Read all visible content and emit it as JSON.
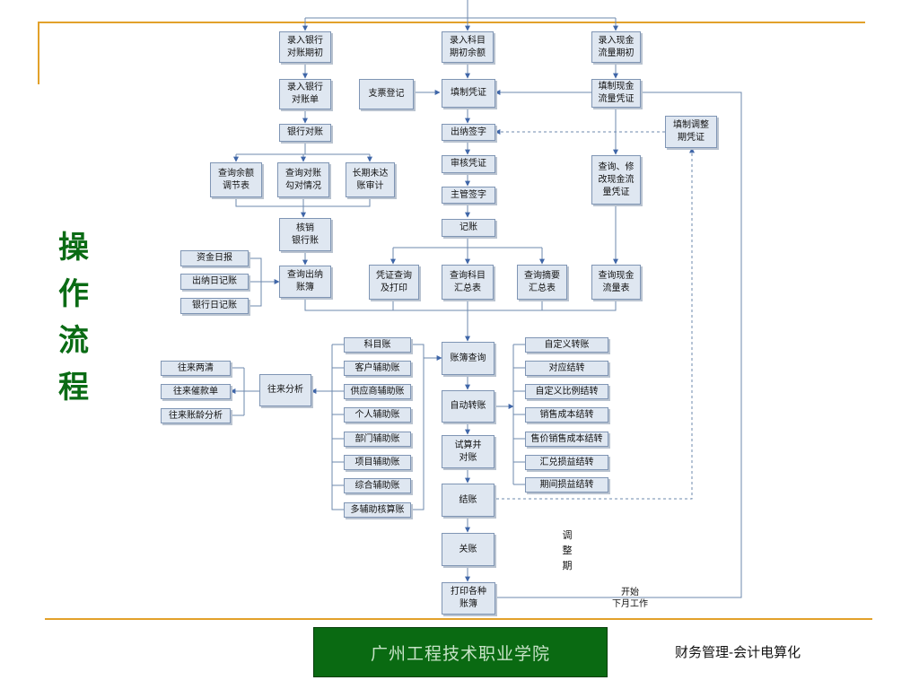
{
  "slide": {
    "side_title": "操\n作\n流\n程",
    "adjust_period": "调\n整\n期",
    "next_month": "开始\n下月工作",
    "footer_school": "广州工程技术职业学院",
    "footer_course": "财务管理-会计电算化"
  },
  "nodes": {
    "bank_init": "录入银行\n对账期初",
    "subject_init": "录入科目\n期初余额",
    "cash_init": "录入现金\n流量期初",
    "bank_stmt": "录入银行\n对账单",
    "check_reg": "支票登记",
    "make_voucher": "填制凭证",
    "cash_voucher": "填制现金\n流量凭证",
    "bank_recon": "银行对账",
    "cashier_sign": "出纳签字",
    "adjust_voucher": "填制调整\n期凭证",
    "query_balance": "查询余额\n调节表",
    "query_tick": "查询对账\n勾对情况",
    "long_unreached": "长期未达\n账审计",
    "audit_voucher": "审核凭证",
    "query_cash_voucher": "查询、修\n改现金流\n量凭证",
    "supervisor_sign": "主管签字",
    "writeoff": "核销\n银行账",
    "post": "记账",
    "fund_daily": "资金日报",
    "cashier_journal": "出纳日记账",
    "bank_journal": "银行日记账",
    "query_cashier_book": "查询出纳\n账簿",
    "voucher_print": "凭证查询\n及打印",
    "subject_summary": "查询科目\n汇总表",
    "summary_table": "查询摘要\n汇总表",
    "cash_flow_table": "查询现金\n流量表",
    "book_query": "账簿查询",
    "subject_book": "科目账",
    "customer_aux": "客户辅助账",
    "supplier_aux": "供应商辅助账",
    "personal_aux": "个人辅助账",
    "dept_aux": "部门辅助账",
    "project_aux": "项目辅助账",
    "general_aux": "综合辅助账",
    "multi_aux": "多辅助核算账",
    "ar_clear": "往来两清",
    "ar_dun": "往来催款单",
    "ar_aging": "往来账龄分析",
    "ar_analysis": "往来分析",
    "auto_transfer": "自动转账",
    "custom_transfer": "自定义转账",
    "corr_transfer": "对应结转",
    "ratio_transfer": "自定义比例结转",
    "sales_cost": "销售成本结转",
    "price_sales_cost": "售价销售成本结转",
    "fx_gain": "汇兑损益结转",
    "period_pl": "期间损益结转",
    "trial_balance": "试算并\n对账",
    "close_period": "结账",
    "close_book": "关账",
    "print_books": "打印各种\n账簿"
  },
  "colors": {
    "accent_rule": "#e2a12a",
    "node_fill": "#dfe7f1",
    "node_border": "#7f95b4",
    "line": "#6d88ad",
    "title_green": "#0a6b14",
    "footer_green": "#0a6a12"
  }
}
